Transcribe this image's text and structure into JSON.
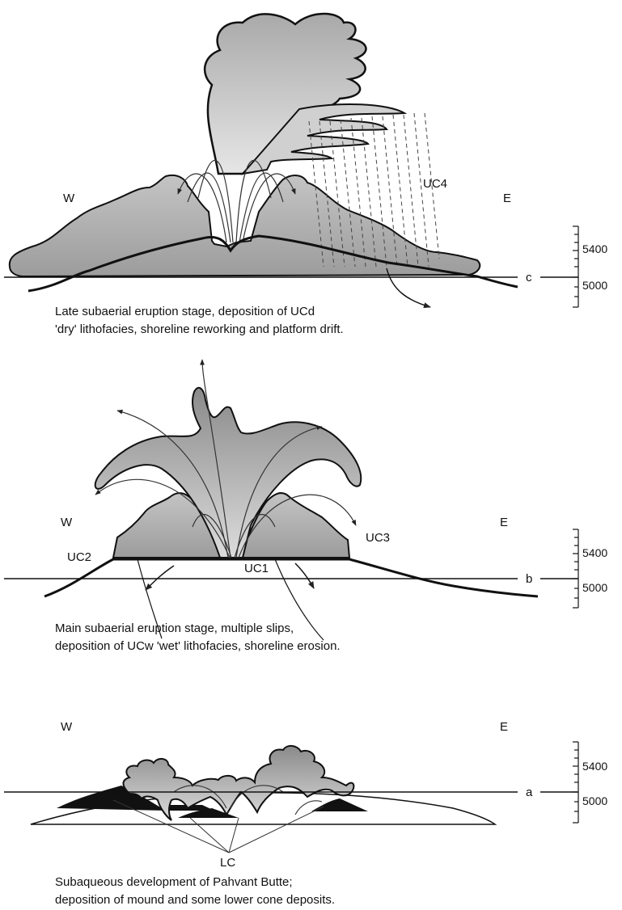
{
  "panel_top": {
    "west_label": "W",
    "east_label": "E",
    "unit_label": "UC4",
    "level_label": "c",
    "scale_upper": "5400",
    "scale_lower": "5000",
    "caption_line1": "Late subaerial eruption stage, deposition of UCd",
    "caption_line2": "'dry' lithofacies, shoreline reworking and platform drift."
  },
  "panel_middle": {
    "west_label": "W",
    "east_label": "E",
    "unit_labels": [
      "UC2",
      "UC1",
      "UC3"
    ],
    "level_label": "b",
    "scale_upper": "5400",
    "scale_lower": "5000",
    "caption_line1": "Main subaerial eruption stage, multiple slips,",
    "caption_line2": "deposition of UCw 'wet' lithofacies, shoreline erosion."
  },
  "panel_bottom": {
    "west_label": "W",
    "east_label": "E",
    "unit_label": "LC",
    "level_label": "a",
    "scale_upper": "5400",
    "scale_lower": "5000",
    "caption_line1": "Subaqueous development of Pahvant Butte;",
    "caption_line2": "deposition of mound and some lower cone deposits."
  }
}
